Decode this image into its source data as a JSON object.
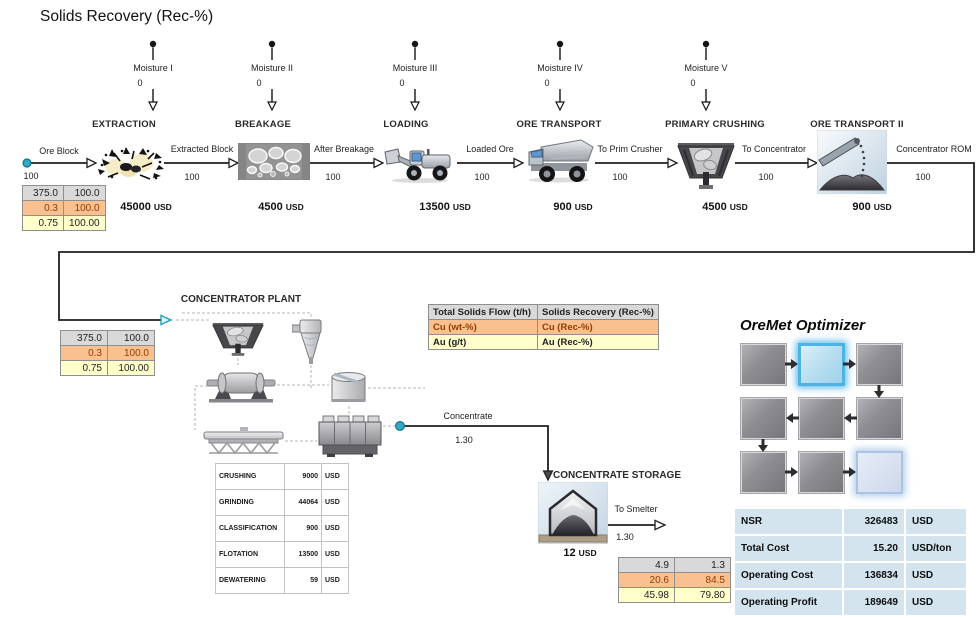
{
  "header": {
    "title": "Solids Recovery (Rec-%)"
  },
  "colors": {
    "accent_teal": "#2fa9c4",
    "row_gray": "#d9d9d9",
    "row_orange": "#fac090",
    "row_orange_text": "#943c00",
    "row_yellow": "#ffffcc",
    "results_bg": "#d3e4ef",
    "optimizer_highlight": "#4fb3e2",
    "optimizer_highlight_soft": "#a9c3e4"
  },
  "moisture": {
    "items": [
      {
        "label": "Moisture I",
        "value": "0"
      },
      {
        "label": "Moisture II",
        "value": "0"
      },
      {
        "label": "Moisture III",
        "value": "0"
      },
      {
        "label": "Moisture IV",
        "value": "0"
      },
      {
        "label": "Moisture V",
        "value": "0"
      }
    ]
  },
  "stages": {
    "items": [
      {
        "name": "EXTRACTION",
        "cost": "45000",
        "currency": "USD"
      },
      {
        "name": "BREAKAGE",
        "cost": "4500",
        "currency": "USD"
      },
      {
        "name": "LOADING",
        "cost": "13500",
        "currency": "USD"
      },
      {
        "name": "ORE TRANSPORT",
        "cost": "900",
        "currency": "USD"
      },
      {
        "name": "PRIMARY CRUSHING",
        "cost": "4500",
        "currency": "USD"
      },
      {
        "name": "ORE TRANSPORT II",
        "cost": "900",
        "currency": "USD"
      }
    ]
  },
  "streams": {
    "items": [
      {
        "label": "Ore Block",
        "value": "100"
      },
      {
        "label": "Extracted Block",
        "value": "100"
      },
      {
        "label": "After Breakage",
        "value": "100"
      },
      {
        "label": "Loaded Ore",
        "value": "100"
      },
      {
        "label": "To Prim Crusher",
        "value": "100"
      },
      {
        "label": "To Concentrator",
        "value": "100"
      },
      {
        "label": "Concentrator ROM",
        "value": "100"
      }
    ]
  },
  "concentrator_plant": {
    "title": "CONCENTRATOR PLANT"
  },
  "concentrate_stream": {
    "label": "Concentrate",
    "value": "1.30"
  },
  "storage": {
    "name": "CONCENTRATE STORAGE",
    "cost": "12",
    "currency": "USD"
  },
  "smelter_stream": {
    "label": "To Smelter",
    "value": "1.30"
  },
  "block_grade_table_top": {
    "rows": [
      [
        "375.0",
        "100.0"
      ],
      [
        "0.3",
        "100.0"
      ],
      [
        "0.75",
        "100.00"
      ]
    ]
  },
  "block_grade_table_plant": {
    "rows": [
      [
        "375.0",
        "100.0"
      ],
      [
        "0.3",
        "100.0"
      ],
      [
        "0.75",
        "100.00"
      ]
    ]
  },
  "legend_table": {
    "rows": [
      [
        "Total Solids Flow (t/h)",
        "Solids Recovery (Rec-%)"
      ],
      [
        "Cu (wt-%)",
        "Cu (Rec-%)"
      ],
      [
        "Au (g/t)",
        "Au (Rec-%)"
      ]
    ]
  },
  "concentrate_table": {
    "rows": [
      [
        "4.9",
        "1.3"
      ],
      [
        "20.6",
        "84.5"
      ],
      [
        "45.98",
        "79.80"
      ]
    ]
  },
  "plant_cost_table": {
    "rows": [
      [
        "CRUSHING",
        "9000",
        "USD"
      ],
      [
        "GRINDING",
        "44064",
        "USD"
      ],
      [
        "CLASSIFICATION",
        "900",
        "USD"
      ],
      [
        "FLOTATION",
        "13500",
        "USD"
      ],
      [
        "DEWATERING",
        "59",
        "USD"
      ]
    ]
  },
  "optimizer": {
    "title": "OreMet Optimizer"
  },
  "results_table": {
    "rows": [
      [
        "NSR",
        "326483",
        "USD"
      ],
      [
        "Total Cost",
        "15.20",
        "USD/ton"
      ],
      [
        "Operating Cost",
        "136834",
        "USD"
      ],
      [
        "Operating Profit",
        "189649",
        "USD"
      ]
    ]
  }
}
